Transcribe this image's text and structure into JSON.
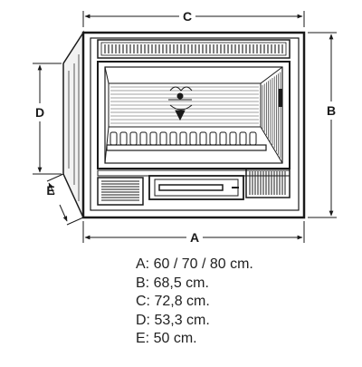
{
  "diagram": {
    "labels": {
      "a": "A",
      "b": "B",
      "c": "C",
      "d": "D",
      "e": "E"
    }
  },
  "specs": [
    {
      "letter": "A:",
      "value": "60 / 70 / 80 cm."
    },
    {
      "letter": "B:",
      "value": "68,5 cm."
    },
    {
      "letter": "C:",
      "value": "72,8 cm."
    },
    {
      "letter": "D:",
      "value": "53,3 cm."
    },
    {
      "letter": "E:",
      "value": "50 cm."
    }
  ],
  "colors": {
    "ink": "#1a1a1a",
    "text": "#222222",
    "background": "#ffffff"
  }
}
